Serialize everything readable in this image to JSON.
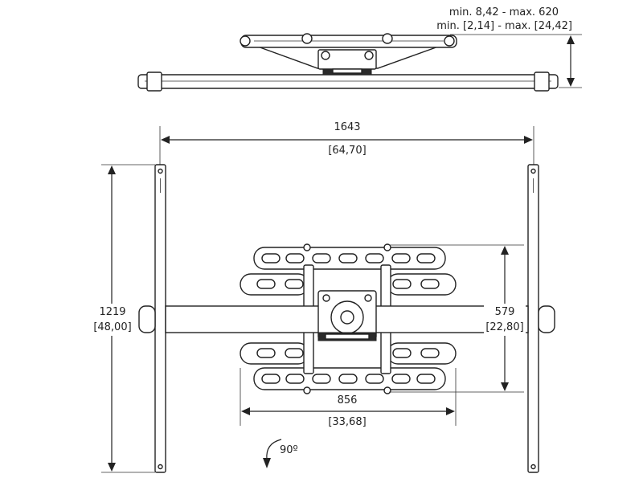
{
  "dimensions": {
    "depth": {
      "metric": "min. 8,42 - max. 620",
      "imperial": "min. [2,14] - max. [24,42]"
    },
    "rail_width": {
      "metric": "1643",
      "imperial": "[64,70]"
    },
    "rail_height": {
      "metric": "1219",
      "imperial": "[48,00]"
    },
    "plate_height": {
      "metric": "579",
      "imperial": "[22,80]"
    },
    "plate_width": {
      "metric": "856",
      "imperial": "[33,68]"
    },
    "rotation": {
      "label": "90º"
    }
  },
  "colors": {
    "line": "#222222",
    "fill": "#ffffff",
    "dark": "#2a2a2a"
  },
  "icons": [
    "rotation-arrow-icon"
  ]
}
